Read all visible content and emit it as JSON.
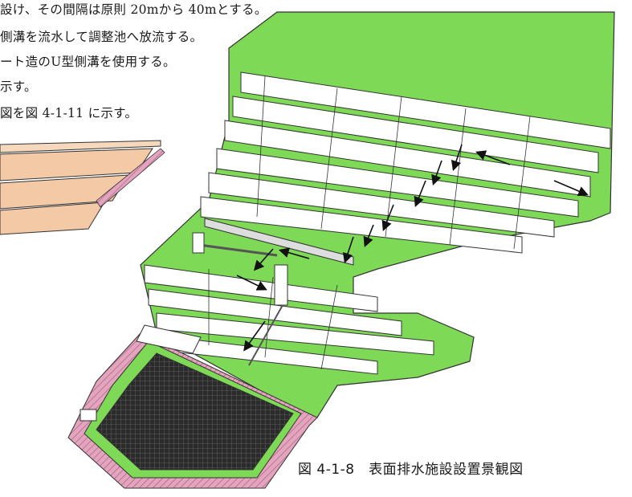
{
  "text_lines": [
    "設け、その間隔は原則 20mから 40mとする。",
    "側溝を流水して調整池へ放流する。",
    "ート造のU型側溝を使用する。",
    "示す。",
    "図を図 4-1-11 に示す。"
  ],
  "figure": {
    "caption": "図 4-1-8　表面排水施設設置景観図"
  },
  "colors": {
    "grass": "#7ed957",
    "slope_face": "#ffffff",
    "outline": "#333333",
    "pond_grid": "#2b2b2b",
    "pink_hatch": "#d88aa6",
    "partial_fig": "#f3c9a6"
  }
}
